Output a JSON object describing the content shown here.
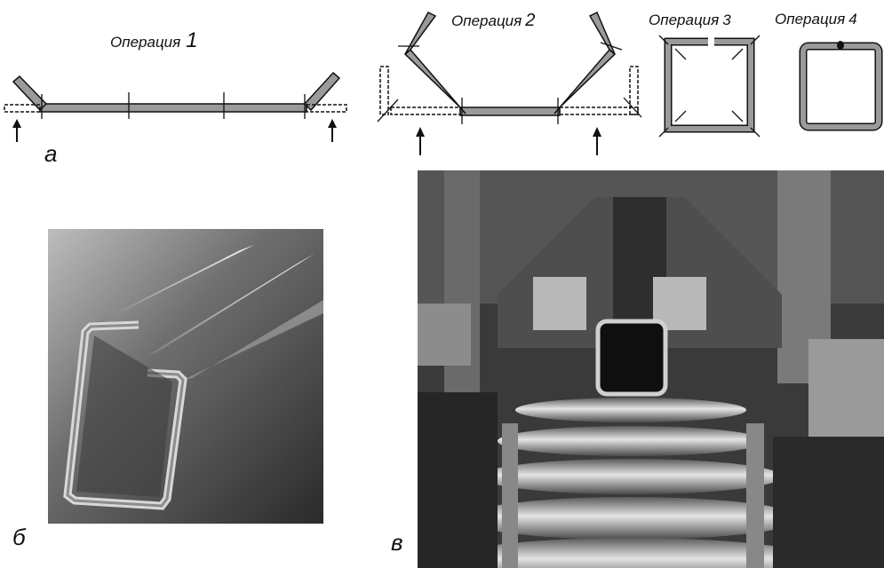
{
  "operations": {
    "op1": {
      "word": "Операция",
      "num": "1"
    },
    "op2": {
      "word": "Операция",
      "num": "2"
    },
    "op3": {
      "word": "Операция",
      "num": "3"
    },
    "op4": {
      "word": "Операция",
      "num": "4"
    }
  },
  "panel_labels": {
    "a": "а",
    "b": "б",
    "v": "в"
  },
  "colors": {
    "strip_fill": "#9a9a9a",
    "outline": "#111111"
  }
}
